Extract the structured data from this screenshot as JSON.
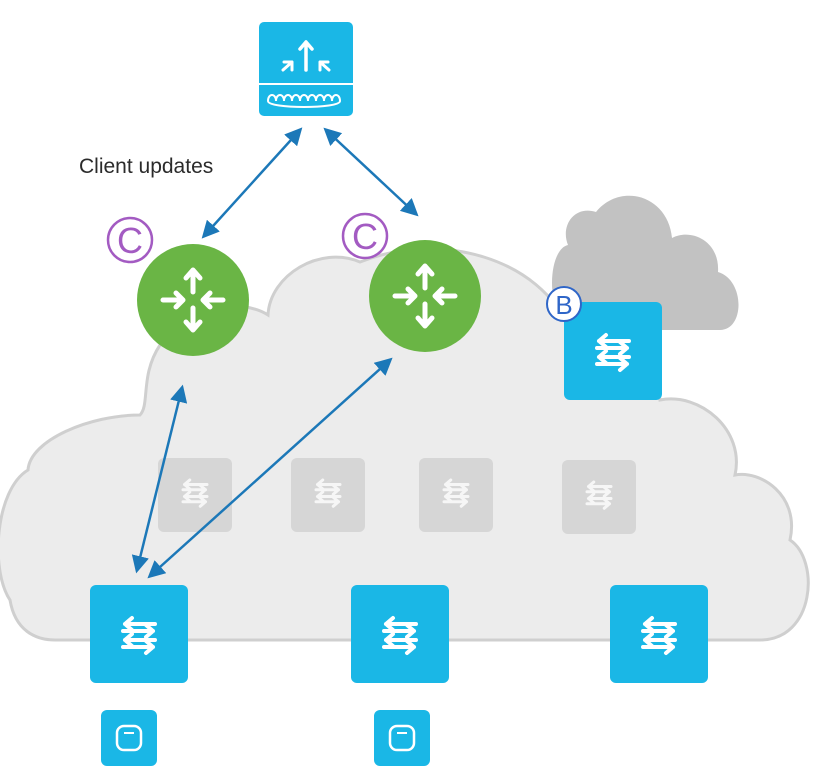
{
  "diagram": {
    "caption": "Client updates",
    "badges": {
      "client": "C",
      "border": "B"
    },
    "colors": {
      "accent_blue": "#1ab7e6",
      "router_green": "#6ab545",
      "badge_purple": "#a35bc2",
      "badge_blue": "#2f66c8",
      "link_blue": "#1c78b8",
      "cloud_light": "#ececec",
      "cloud_outline": "#c9c9c9",
      "cloud_dark": "#c2c2c2",
      "faded_switch": "#d6d6d6"
    },
    "icons": {
      "controller": "wireless-controller-icon",
      "router": "router-icon",
      "switch": "switch-icon",
      "access_point": "access-point-icon"
    }
  }
}
